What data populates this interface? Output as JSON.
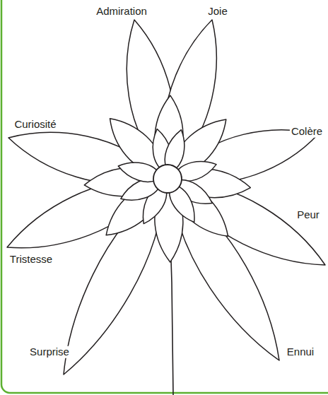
{
  "diagram": {
    "labels": [
      "Admiration",
      "Joie",
      "Curiosité",
      "Colère",
      "Peur",
      "Tristesse",
      "Surprise",
      "Ennui"
    ]
  }
}
